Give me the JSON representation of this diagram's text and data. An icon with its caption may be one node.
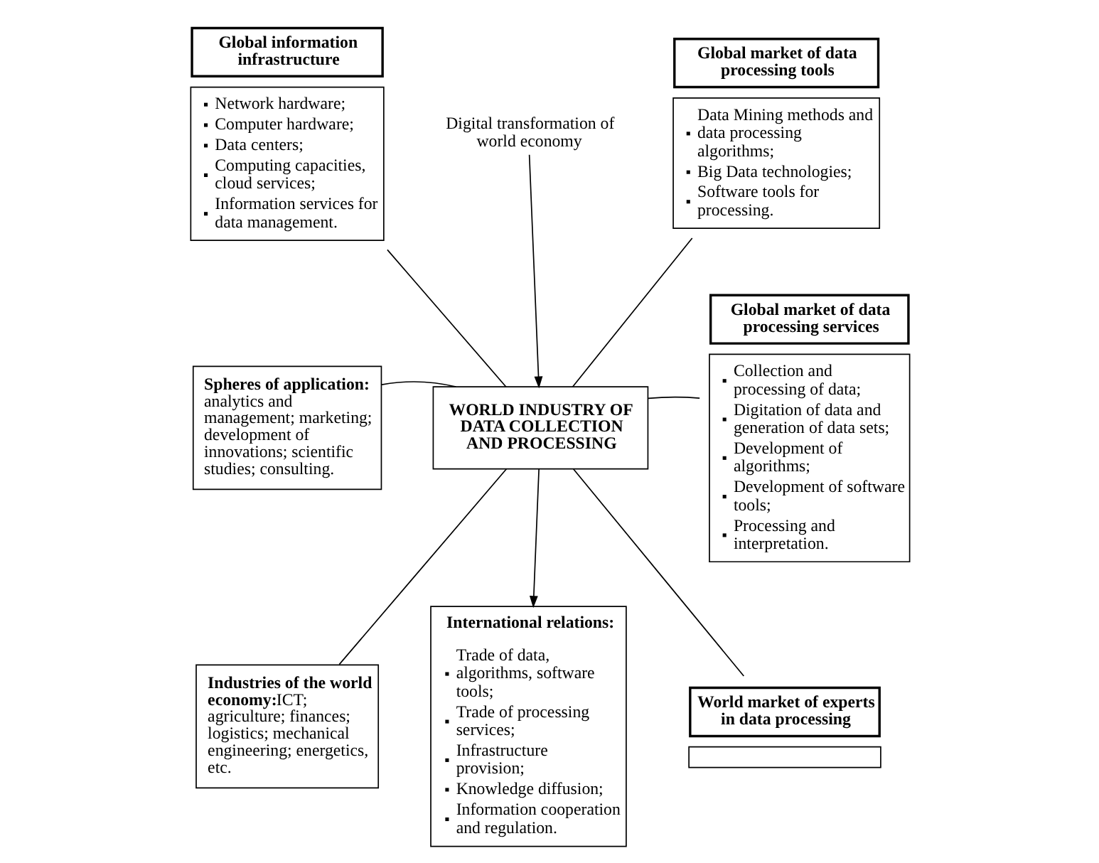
{
  "diagram": {
    "nodes": [
      {
        "text": [
          "Global information infrastructure",
          "Network hardware;",
          "Computer hardware;",
          "Data centers;",
          "Computing capacities, cloud services;",
          "Information services for data management."
        ]
      },
      {
        "text": [
          "Spheres of application:",
          "analytics and management; marketing; development of innovations; scientific studies; consulting."
        ]
      },
      {
        "text": [
          "Industries of the world economy:",
          "ICT; agriculture; finances; logistics; mechanical engineering; energetics, etc."
        ]
      },
      {
        "text": [
          "Digital transformation of world economy"
        ]
      },
      {
        "text": [
          "WORLD INDUSTRY OF DATA COLLECTION AND PROCESSING"
        ]
      },
      {
        "text": [
          "International relations:",
          "Trade of data, algorithms, software tools;",
          "Trade of processing services;",
          "Infrastructure provision;",
          "Knowledge diffusion;",
          "Information cooperation and regulation."
        ]
      },
      {
        "text": [
          "Global market of data processing tools",
          "Data Mining methods and data processing algorithms;",
          "Big Data technologies;",
          "Software tools for processing."
        ]
      },
      {
        "text": [
          "Global market of data processing services",
          "Collection and processing of data;",
          "Digitation of data and generation of data sets;",
          "Development of algorithms;",
          "Development of software tools;",
          "Processing and interpretation."
        ]
      },
      {
        "text": [
          "World market of experts in data processing"
        ]
      }
    ],
    "edges": [
      {
        "from": 0,
        "to": 4,
        "arrow": "none"
      },
      {
        "from": 1,
        "to": 4,
        "arrow": "none"
      },
      {
        "from": 2,
        "to": 4,
        "arrow": "none"
      },
      {
        "from": 3,
        "to": 4,
        "arrow": "to"
      },
      {
        "from": 4,
        "to": 5,
        "arrow": "to"
      },
      {
        "from": 4,
        "to": 6,
        "arrow": "none"
      },
      {
        "from": 4,
        "to": 7,
        "arrow": "none"
      },
      {
        "from": 4,
        "to": 8,
        "arrow": "none"
      }
    ]
  }
}
